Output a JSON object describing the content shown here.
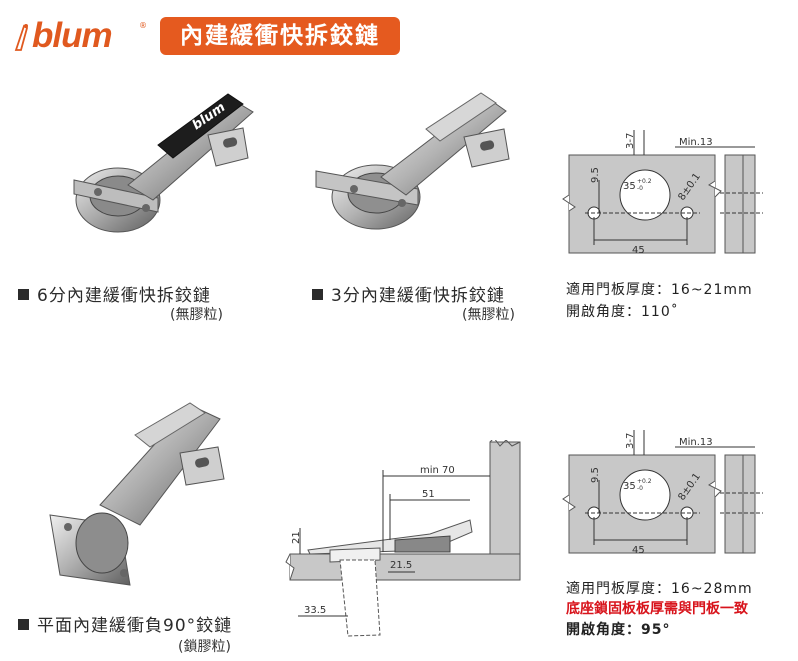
{
  "brand": {
    "name": "blum",
    "reg": "®"
  },
  "page_title": "內建緩衝快拆鉸鏈",
  "products": [
    {
      "name": "6分內建緩衝快拆鉸鏈",
      "sub": "(無膠粒)",
      "logo": "blum"
    },
    {
      "name": "3分內建緩衝快拆鉸鏈",
      "sub": "(無膠粒)"
    },
    {
      "name": "平面內建緩衝負90°鉸鏈",
      "sub": "(鎖膠粒)"
    }
  ],
  "drawing_top": {
    "dim_3_7": "3-7",
    "dim_min13": "Min.13",
    "dim_9_5": "9.5",
    "dim_35": "35",
    "dim_35_tol_hi": "+0.2",
    "dim_35_tol_lo": "-0",
    "dim_8": "8±0.1",
    "dim_45": "45"
  },
  "drawing_bottom": {
    "dim_3_7": "3-7",
    "dim_min13": "Min.13",
    "dim_9_5": "9.5",
    "dim_35": "35",
    "dim_35_tol_hi": "+0.2",
    "dim_35_tol_lo": "-0",
    "dim_8": "8±0.1",
    "dim_45": "45"
  },
  "side_drawing": {
    "min70": "min 70",
    "d51": "51",
    "d21": "21",
    "d21_5": "21.5",
    "d33_5": "33.5"
  },
  "spec_top": {
    "line1": "適用門板厚度：16~21mm",
    "line2": "開啟角度：110˚"
  },
  "spec_bottom": {
    "line1": "適用門板厚度：16~28mm",
    "line2": "底座鎖固板板厚需與門板一致",
    "line3": "開啟角度：95°"
  },
  "colors": {
    "accent": "#e55a1f",
    "warning": "#d8141c",
    "panel": "#c8c8c8"
  }
}
